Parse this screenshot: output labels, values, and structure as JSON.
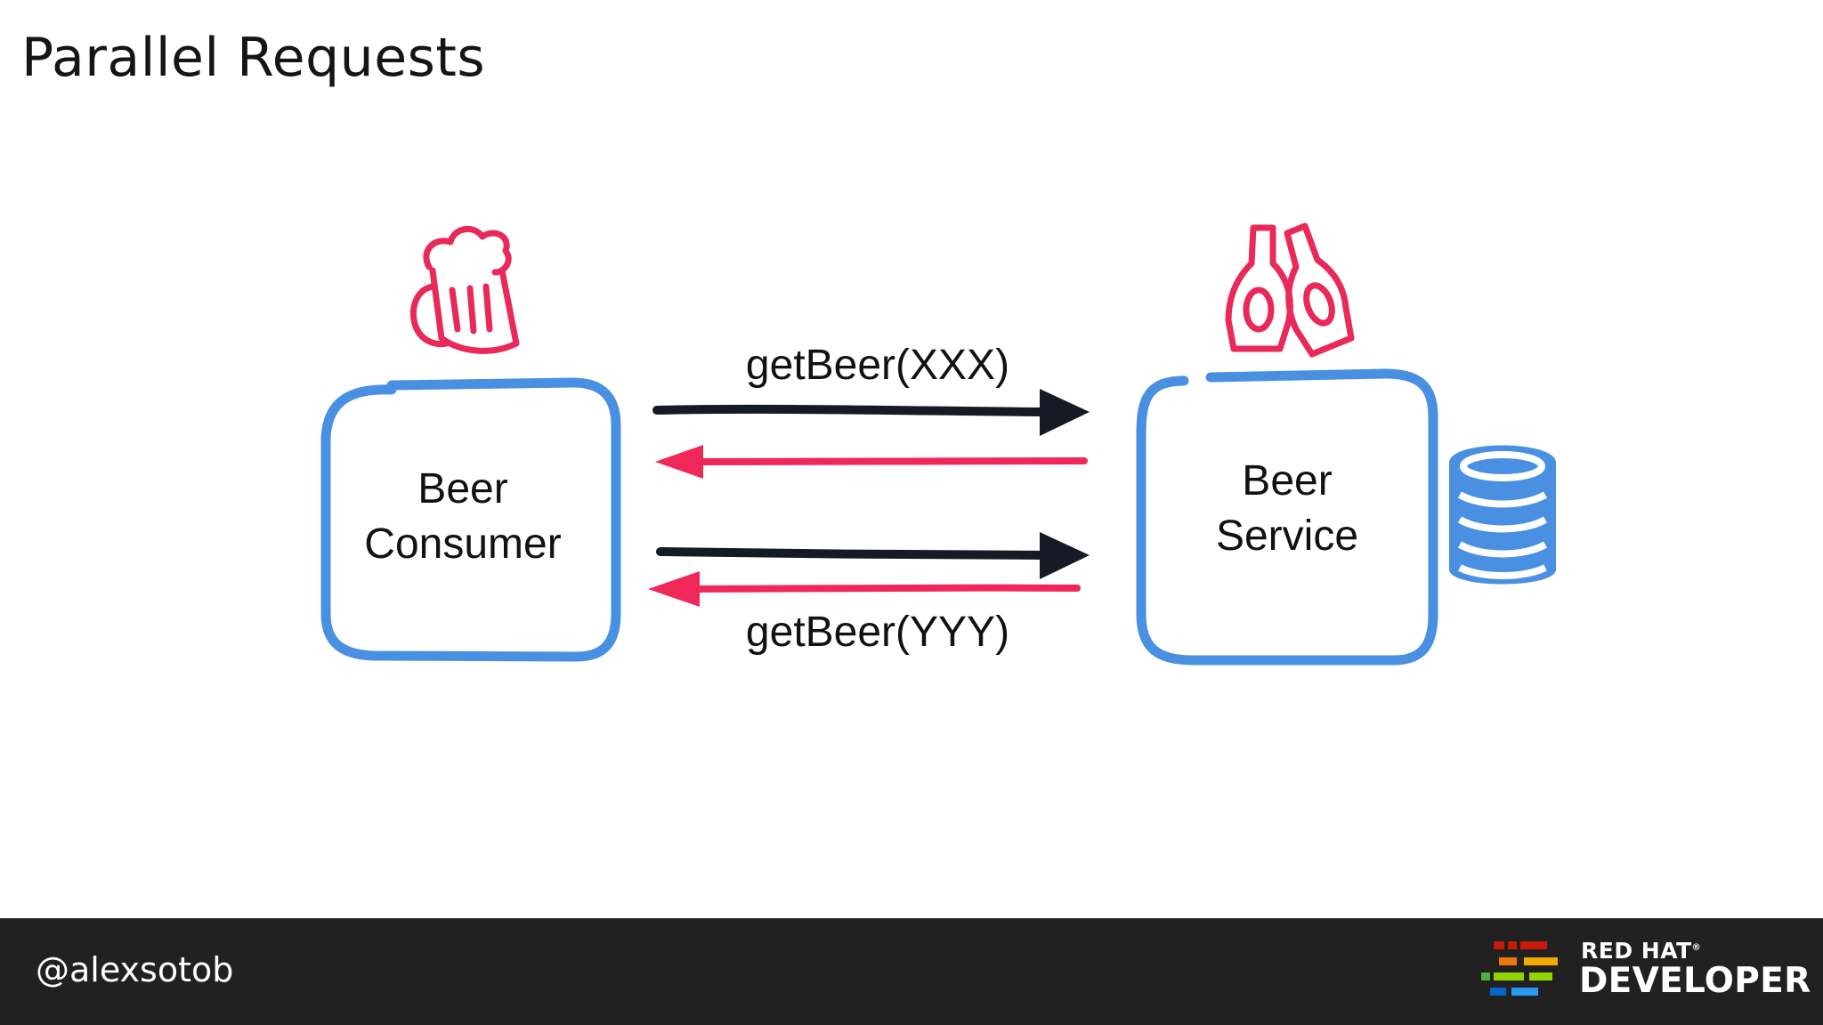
{
  "slide": {
    "title": "Parallel Requests"
  },
  "diagram": {
    "consumer": {
      "line1": "Beer",
      "line2": "Consumer",
      "icon": "beer-mug-icon"
    },
    "service": {
      "line1": "Beer",
      "line2": "Service",
      "icons": [
        "beer-bottles-icon",
        "database-icon"
      ]
    },
    "requests": [
      {
        "label": "getBeer(XXX)"
      },
      {
        "label": "getBeer(YYY)"
      }
    ]
  },
  "footer": {
    "handle": "@alexsotob",
    "brand_top": "RED HAT",
    "brand_trademark": "®",
    "brand_bottom": "DEVELOPER"
  },
  "colors": {
    "box": "#4a90e2",
    "request_arrow": "#151a24",
    "response_arrow": "#f0285a",
    "icon": "#e8295a",
    "footer_bg": "#212121"
  }
}
